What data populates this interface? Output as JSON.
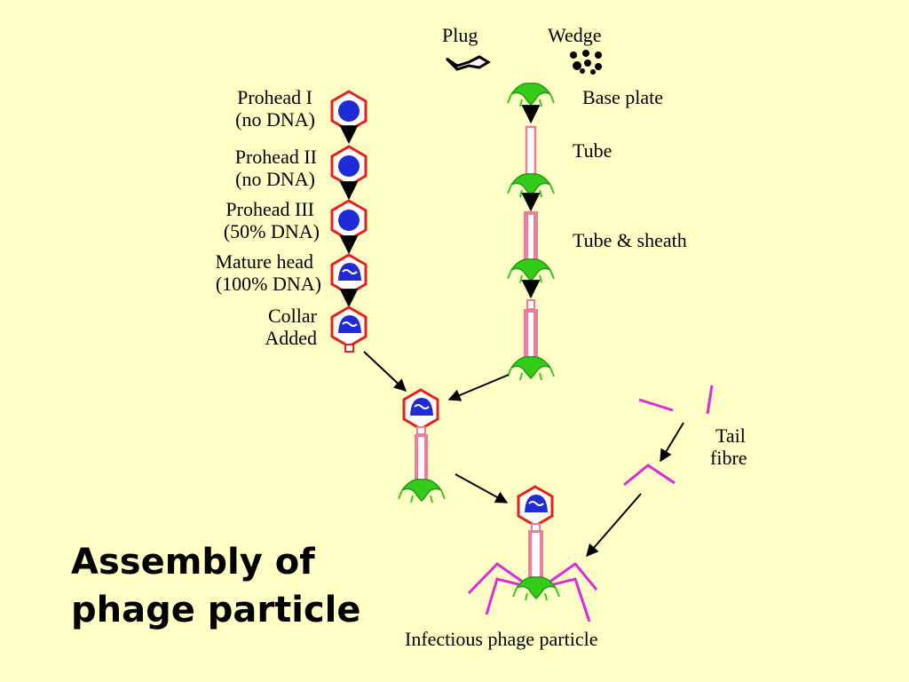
{
  "labels": {
    "plug": "Plug",
    "wedge": "Wedge",
    "base_plate": "Base plate",
    "tube": "Tube",
    "tube_sheath": "Tube & sheath",
    "tail_fibre_1": "Tail",
    "tail_fibre_2": "fibre",
    "infectious": "Infectious phage particle"
  },
  "head_stages": [
    {
      "line1": "Prohead I",
      "line2": "(no DNA)"
    },
    {
      "line1": "Prohead II",
      "line2": "(no DNA)"
    },
    {
      "line1": "Prohead III",
      "line2": "(50% DNA)"
    },
    {
      "line1": "Mature head",
      "line2": "(100% DNA)"
    },
    {
      "line1": "Collar",
      "line2": "Added"
    }
  ],
  "title": {
    "line1": "Assembly of",
    "line2": "phage particle"
  },
  "colors": {
    "background": "#ffffc6",
    "capsid": "#e8201c",
    "dna": "#1f2bd6",
    "baseplate": "#33cc1a",
    "tube": "#f07aa0",
    "fibre": "#e02ad8"
  }
}
